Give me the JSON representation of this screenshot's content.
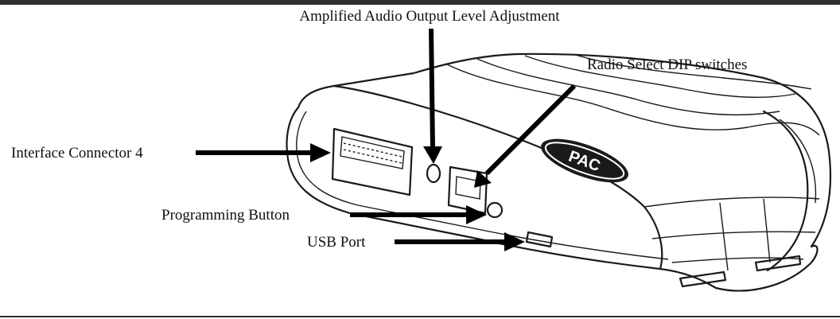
{
  "callouts": {
    "amplified_audio": "Amplified Audio Output Level Adjustment",
    "radio_select": "Radio Select DIP switches",
    "interface_connector": "Interface Connector 4",
    "programming_button": "Programming Button",
    "usb_port": "USB Port"
  },
  "device": {
    "logo": "PAC"
  }
}
